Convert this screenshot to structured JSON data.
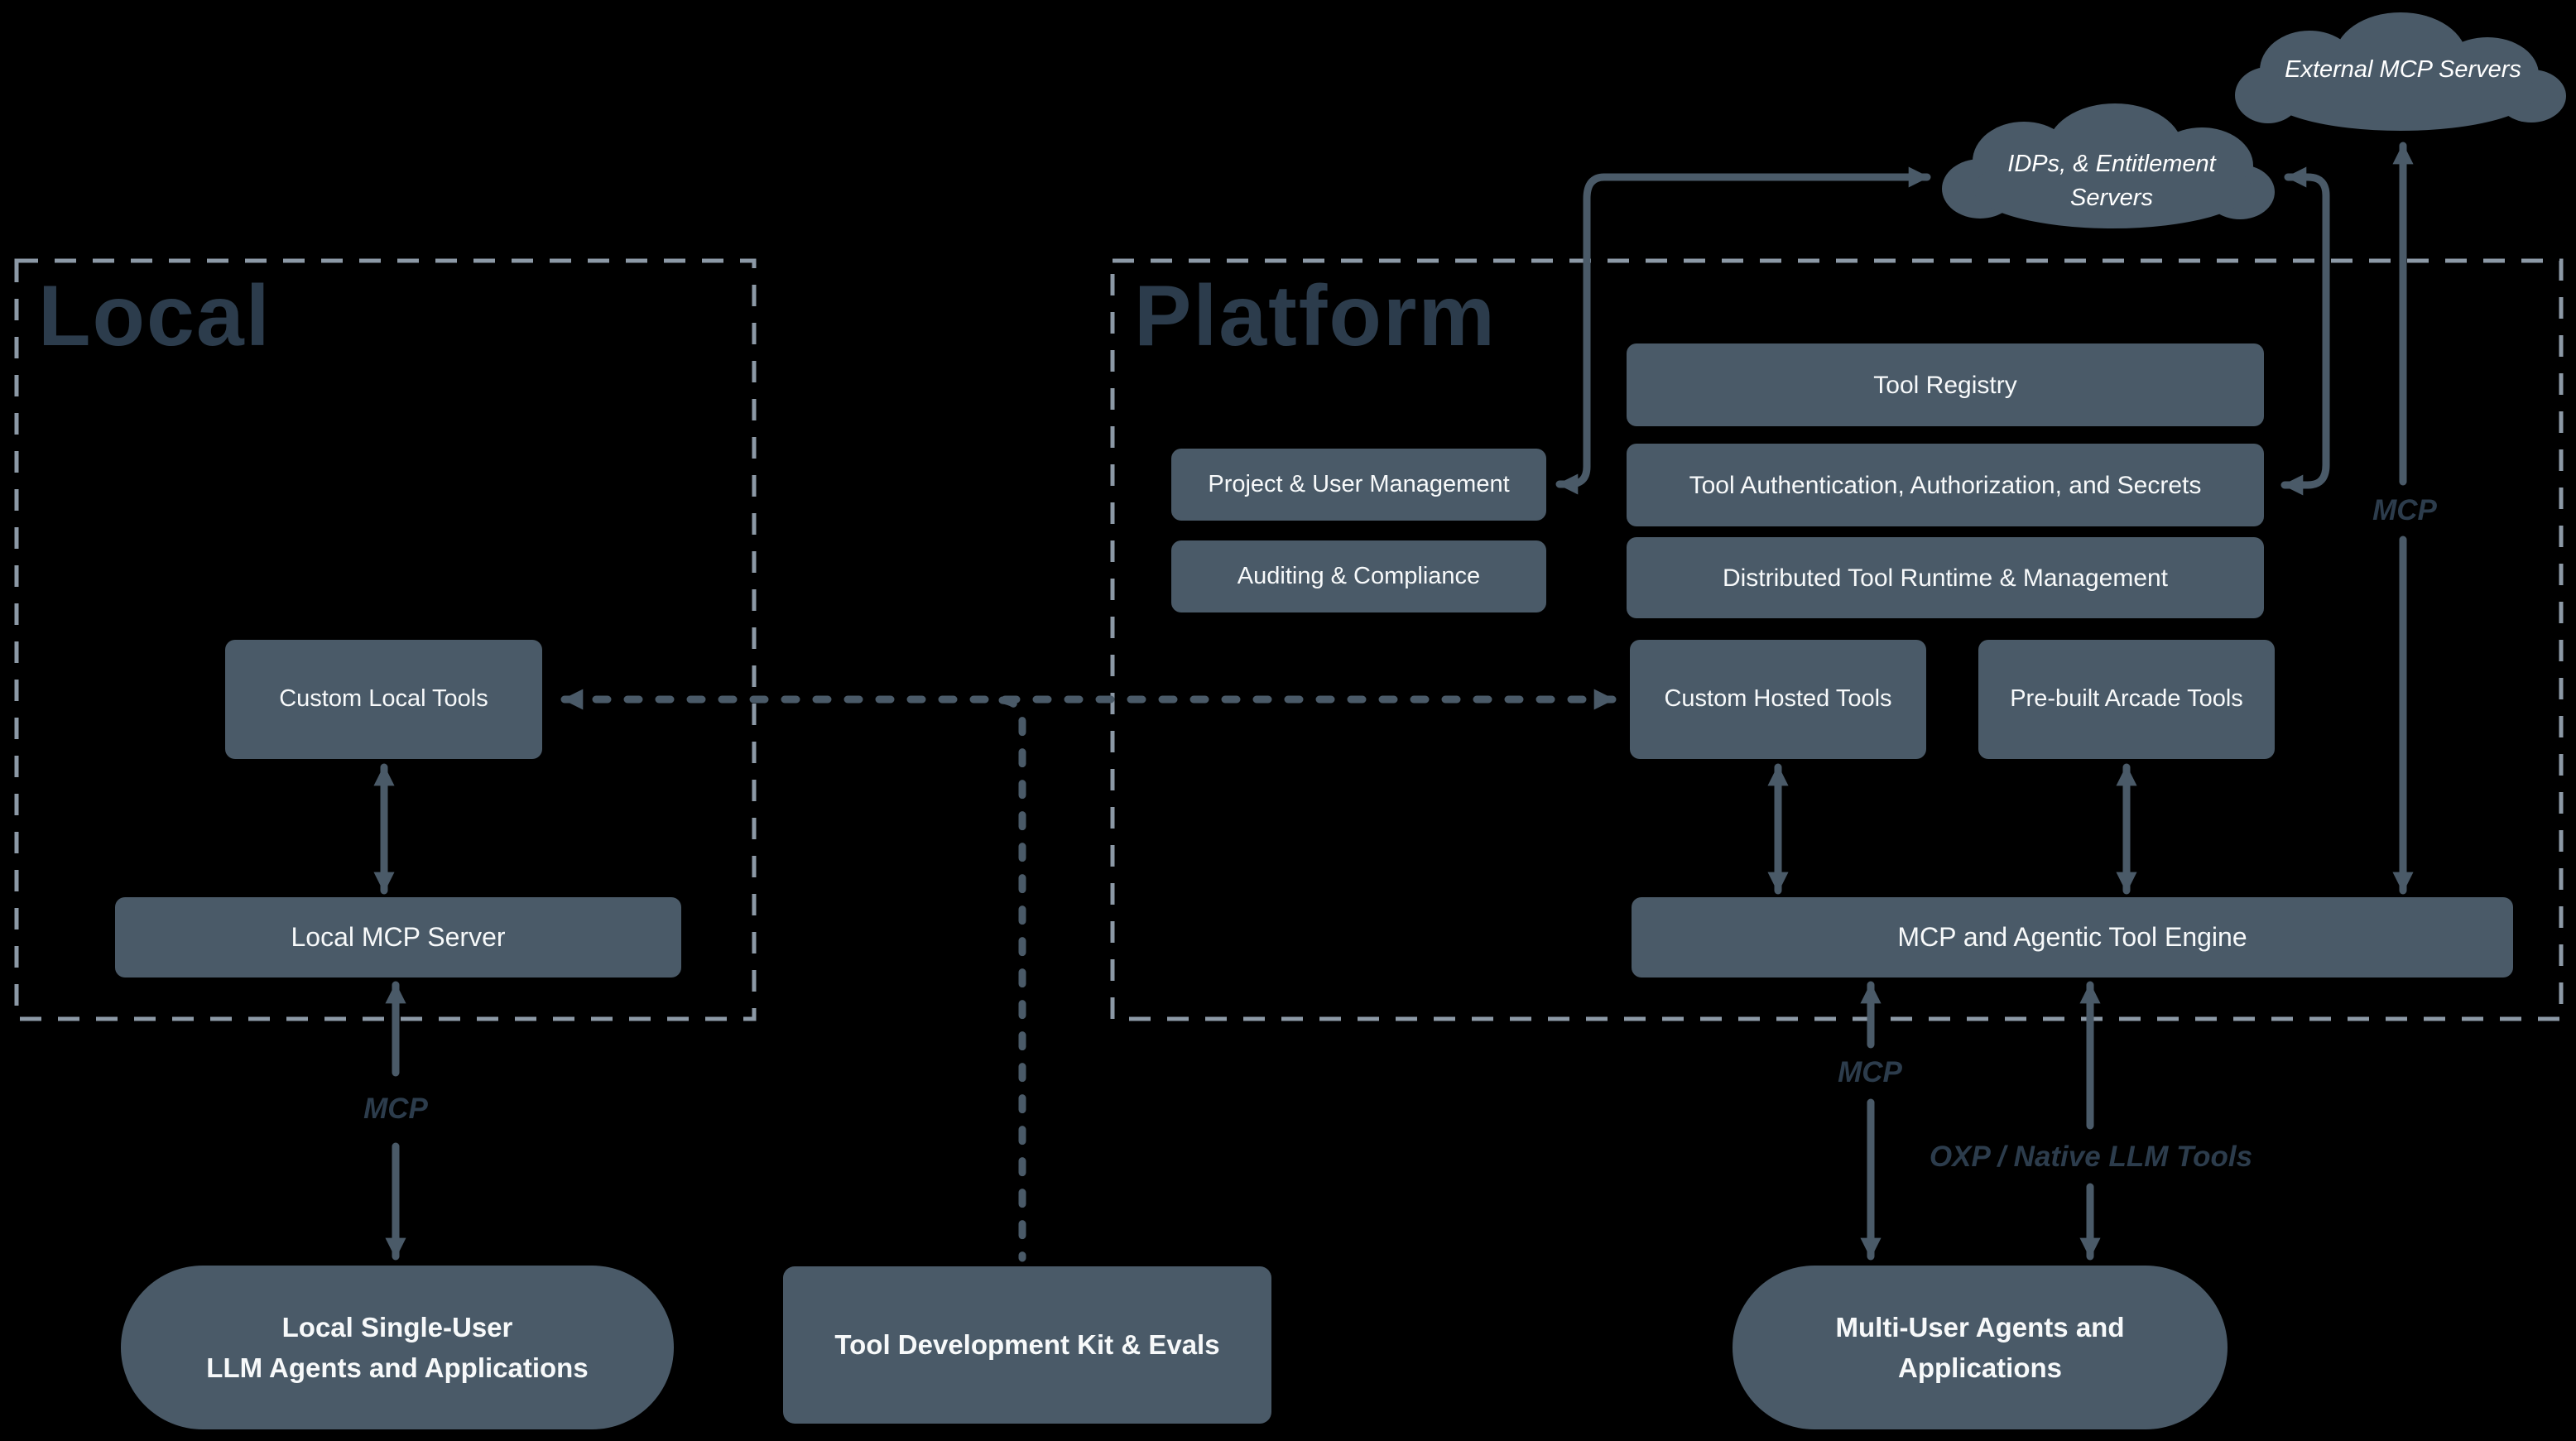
{
  "colors": {
    "background": "#000000",
    "node_fill": "#4A5A68",
    "node_text": "#F7F9FA",
    "line": "#4A5A68",
    "region_border": "#8C99A6",
    "title_text": "#2C3C4C",
    "label_text": "#2C3C4C"
  },
  "titles": {
    "local": "Local",
    "platform": "Platform"
  },
  "clouds": {
    "external": {
      "label": "External MCP Servers"
    },
    "idps": {
      "lines": [
        "IDPs, & Entitlement",
        "Servers"
      ]
    }
  },
  "nodes": {
    "tool_registry": "Tool Registry",
    "tool_auth": "Tool Authentication, Authorization, and Secrets",
    "distributed_runtime": "Distributed Tool Runtime & Management",
    "project_user": "Project & User Management",
    "auditing": "Auditing & Compliance",
    "custom_hosted": "Custom Hosted Tools",
    "prebuilt": "Pre-built Arcade Tools",
    "custom_local": "Custom Local Tools",
    "local_mcp_server": "Local MCP Server",
    "engine": "MCP and Agentic Tool Engine",
    "tdk": "Tool Development Kit & Evals"
  },
  "pills": {
    "local_agents": {
      "lines": [
        "Local Single-User",
        "LLM Agents and Applications"
      ]
    },
    "multi_agents": {
      "lines": [
        "Multi-User Agents and",
        "Applications"
      ]
    }
  },
  "edge_labels": {
    "mcp_local": "MCP",
    "mcp_engine": "MCP",
    "oxp": "OXP / Native LLM Tools",
    "mcp_external": "MCP"
  }
}
